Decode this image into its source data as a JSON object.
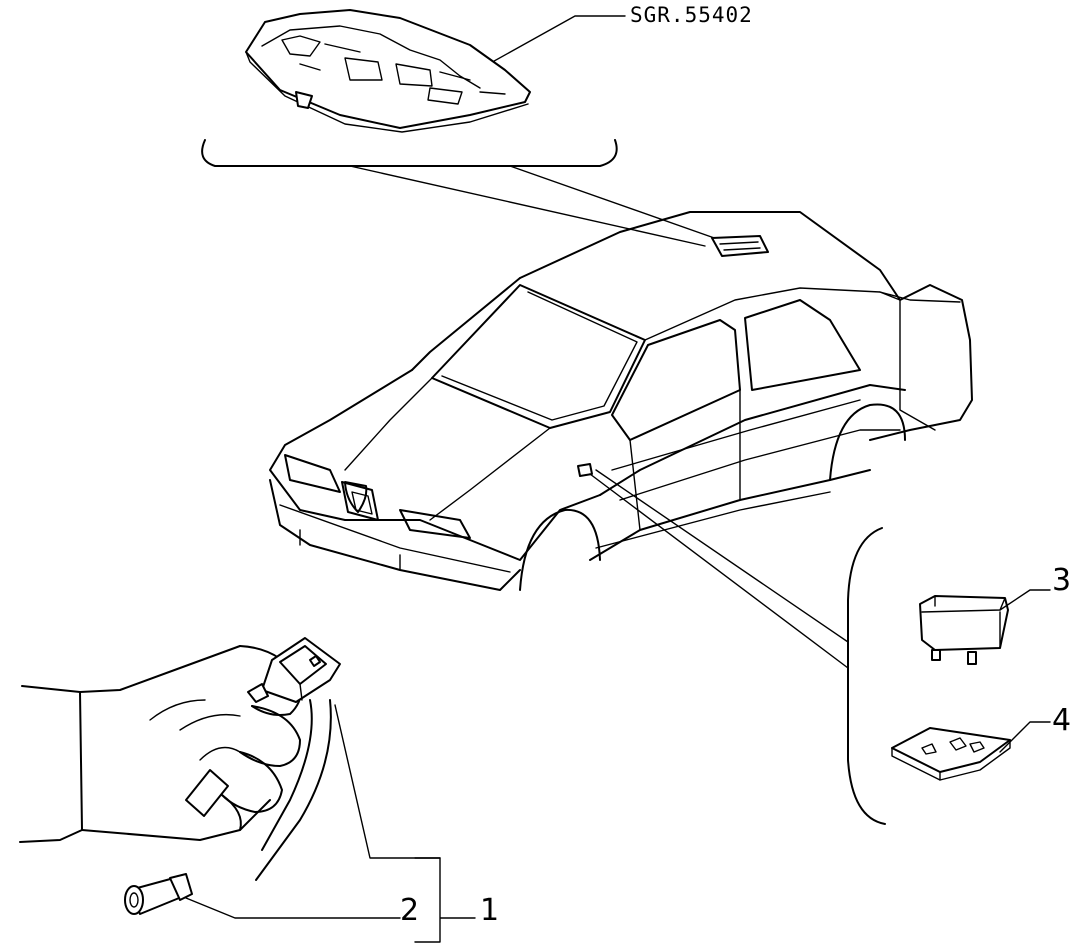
{
  "reference_code": "SGR.55402",
  "callouts": [
    {
      "id": "1",
      "label": "1"
    },
    {
      "id": "2",
      "label": "2"
    },
    {
      "id": "3",
      "label": "3"
    },
    {
      "id": "4",
      "label": "4"
    }
  ]
}
